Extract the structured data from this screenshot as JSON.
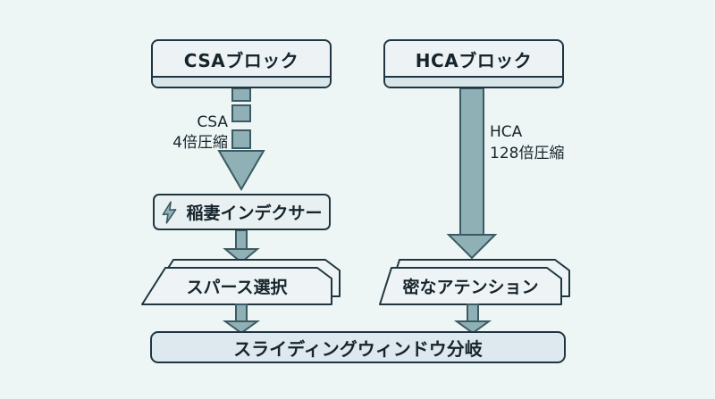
{
  "diagram": {
    "title": "sparse-vs-dense attention flow diagram",
    "nodes": {
      "csa_block": {
        "label": "CSAブロック"
      },
      "hca_block": {
        "label": "HCAブロック"
      },
      "lightning_indexer": {
        "label": "稲妻インデクサー",
        "icon": "lightning-icon"
      },
      "sparse_selection": {
        "label": "スパース選択",
        "shape": "stacked-cards"
      },
      "dense_attention": {
        "label": "密なアテンション",
        "shape": "stacked-cards"
      },
      "sliding_window_branch": {
        "label": "スライディングウィンドウ分岐"
      }
    },
    "edges": {
      "csa_compression": {
        "from": "csa_block",
        "to": "lightning_indexer",
        "style": "dashed-arrow",
        "label_line1": "CSA",
        "label_line2": "4倍圧縮"
      },
      "hca_compression": {
        "from": "hca_block",
        "to": "dense_attention",
        "style": "thick-solid-arrow",
        "label_line1": "HCA",
        "label_line2": "128倍圧縮"
      },
      "indexer_to_sparse": {
        "from": "lightning_indexer",
        "to": "sparse_selection",
        "style": "short-arrow"
      },
      "sparse_to_window": {
        "from": "sparse_selection",
        "to": "sliding_window_branch",
        "style": "short-arrow"
      },
      "dense_to_window": {
        "from": "dense_attention",
        "to": "sliding_window_branch",
        "style": "short-arrow"
      }
    },
    "colors": {
      "background": "#edf6f4",
      "node_fill": "#edf3f5",
      "node_footer_fill": "#d9e6e9",
      "indexer_fill": "#e9f0f2",
      "card_fill": "#eef4f5",
      "bottom_bar_fill": "#dde9ee",
      "node_border": "#1f3642",
      "arrow_fill": "#8fb0b4",
      "arrow_stroke": "#3c5a63",
      "text": "#16242c"
    }
  }
}
